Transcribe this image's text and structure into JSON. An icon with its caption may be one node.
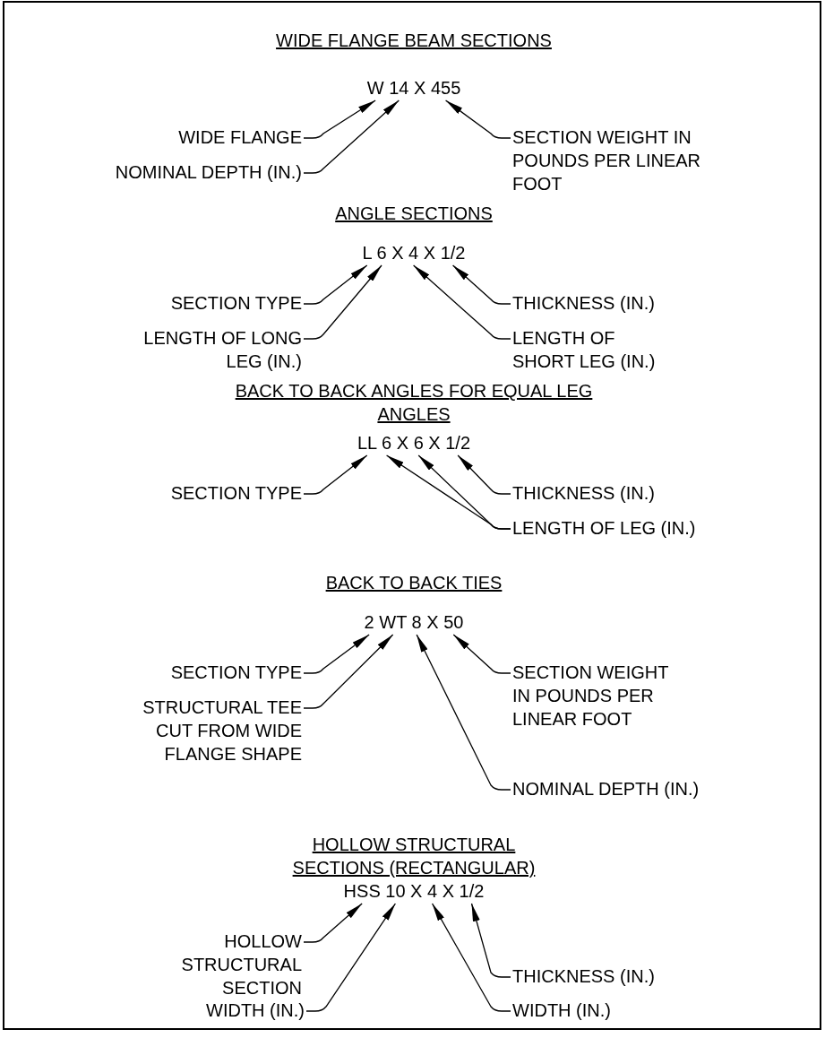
{
  "diagram": {
    "nodes": [
      {
        "text": [
          "W 14 X 455"
        ]
      },
      {
        "text": [
          "WIDE FLANGE"
        ]
      },
      {
        "text": [
          "NOMINAL DEPTH (IN.)"
        ]
      },
      {
        "text": [
          "SECTION WEIGHT IN POUNDS PER LINEAR FOOT"
        ]
      },
      {
        "text": [
          "L 6 X 4 X 1/2"
        ]
      },
      {
        "text": [
          "SECTION TYPE"
        ]
      },
      {
        "text": [
          "LENGTH OF LONG LEG (IN.)"
        ]
      },
      {
        "text": [
          "THICKNESS (IN.)"
        ]
      },
      {
        "text": [
          "LENGTH OF SHORT LEG (IN.)"
        ]
      },
      {
        "text": [
          "LL 6 X 6 X 1/2"
        ]
      },
      {
        "text": [
          "SECTION TYPE"
        ]
      },
      {
        "text": [
          "THICKNESS (IN.)"
        ]
      },
      {
        "text": [
          "LENGTH OF LEG (IN.)"
        ]
      },
      {
        "text": [
          "2 WT 8 X 50"
        ]
      },
      {
        "text": [
          "SECTION TYPE"
        ]
      },
      {
        "text": [
          "STRUCTURAL TEE CUT FROM WIDE FLANGE SHAPE"
        ]
      },
      {
        "text": [
          "SECTION WEIGHT IN POUNDS PER LINEAR FOOT"
        ]
      },
      {
        "text": [
          "NOMINAL DEPTH (IN.)"
        ]
      },
      {
        "text": [
          "HSS 10 X 4 X 1/2"
        ]
      },
      {
        "text": [
          "HOLLOW STRUCTURAL SECTION"
        ]
      },
      {
        "text": [
          "THICKNESS (IN.)"
        ]
      },
      {
        "text": [
          "WIDTH (IN.)"
        ]
      },
      {
        "text": [
          "WIDTH (IN.)"
        ]
      }
    ],
    "edges": [
      {
        "from": 1,
        "to": 0,
        "arrow": "to"
      },
      {
        "from": 2,
        "to": 0,
        "arrow": "to"
      },
      {
        "from": 3,
        "to": 0,
        "arrow": "to"
      },
      {
        "from": 5,
        "to": 4,
        "arrow": "to"
      },
      {
        "from": 6,
        "to": 4,
        "arrow": "to"
      },
      {
        "from": 7,
        "to": 4,
        "arrow": "to"
      },
      {
        "from": 8,
        "to": 4,
        "arrow": "to"
      },
      {
        "from": 10,
        "to": 9,
        "arrow": "to"
      },
      {
        "from": 11,
        "to": 9,
        "arrow": "to"
      },
      {
        "from": 12,
        "to": 9,
        "arrow": "to"
      },
      {
        "from": 12,
        "to": 9,
        "arrow": "to"
      },
      {
        "from": 14,
        "to": 13,
        "arrow": "to"
      },
      {
        "from": 15,
        "to": 13,
        "arrow": "to"
      },
      {
        "from": 16,
        "to": 13,
        "arrow": "to"
      },
      {
        "from": 17,
        "to": 13,
        "arrow": "to"
      },
      {
        "from": 19,
        "to": 18,
        "arrow": "to"
      },
      {
        "from": 20,
        "to": 18,
        "arrow": "to"
      },
      {
        "from": 21,
        "to": 18,
        "arrow": "to"
      },
      {
        "from": 22,
        "to": 18,
        "arrow": "to"
      }
    ],
    "labels": [
      "WIDE FLANGE BEAM SECTIONS",
      "ANGLE SECTIONS",
      "BACK TO BACK ANGLES FOR EQUAL LEG ANGLES",
      "BACK TO BACK TIES",
      "HOLLOW STRUCTURAL SECTIONS (RECTANGULAR)"
    ]
  }
}
